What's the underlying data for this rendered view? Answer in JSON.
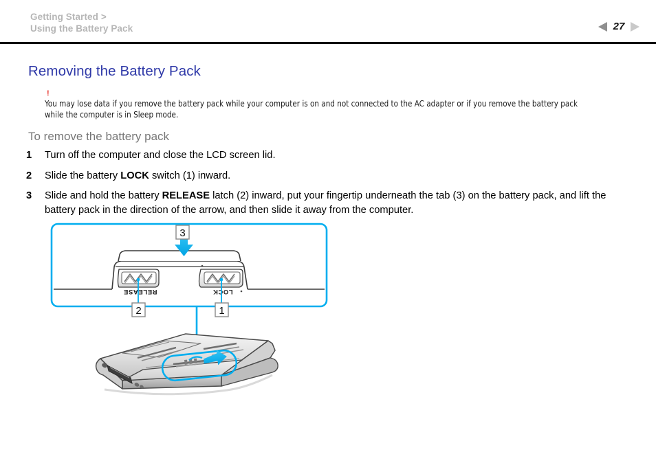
{
  "header": {
    "breadcrumb_line1": "Getting Started >",
    "breadcrumb_line2": "Using the Battery Pack",
    "page_number": "27",
    "prev_icon": "triangle-left-icon",
    "next_icon": "triangle-right-icon"
  },
  "content": {
    "title": "Removing the Battery Pack",
    "note": {
      "marker": "!",
      "text": "You may lose data if you remove the battery pack while your computer is on and not connected to the AC adapter or if you remove the battery pack while the computer is in Sleep mode."
    },
    "subheading": "To remove the battery pack",
    "steps": [
      {
        "number": "1",
        "pre": "Turn off the computer and close the LCD screen lid.",
        "emphasis": "",
        "post": ""
      },
      {
        "number": "2",
        "pre": "Slide the battery ",
        "emphasis": "LOCK",
        "post": " switch (1) inward."
      },
      {
        "number": "3",
        "pre": "Slide and hold the battery ",
        "emphasis": "RELEASE",
        "post": " latch (2) inward, put your fingertip underneath the tab (3) on the battery pack, and lift the battery pack in the direction of the arrow, and then slide it away from the computer."
      }
    ]
  },
  "illustration": {
    "callout_1": "1",
    "callout_2": "2",
    "callout_3": "3",
    "label_release": "RELEASE",
    "label_lock": "LOCK",
    "colors": {
      "accent_blue": "#00AEEF",
      "title_blue": "#2f39a8",
      "warning_red": "#e8322a",
      "subhead_gray": "#777777",
      "breadcrumb_gray": "#b6b6b6"
    }
  }
}
